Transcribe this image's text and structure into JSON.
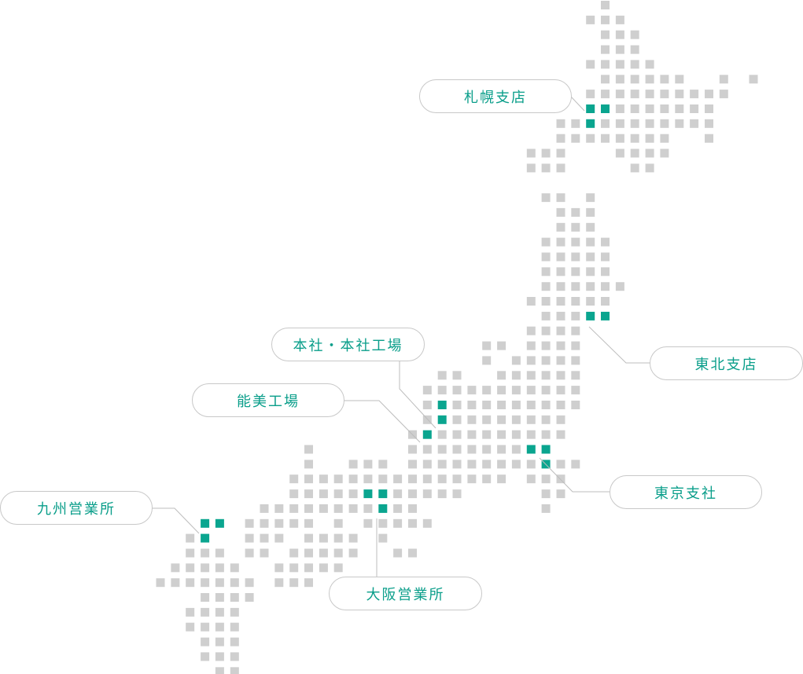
{
  "offices": [
    {
      "id": "sapporo",
      "label": "札幌支店"
    },
    {
      "id": "tohoku",
      "label": "東北支店"
    },
    {
      "id": "honsha",
      "label": "本社・本社工場"
    },
    {
      "id": "nomi",
      "label": "能美工場"
    },
    {
      "id": "tokyo",
      "label": "東京支社"
    },
    {
      "id": "kyushu",
      "label": "九州営業所"
    },
    {
      "id": "osaka",
      "label": "大阪営業所"
    }
  ],
  "colors": {
    "land": "#cfcfcf",
    "office": "#0aa58f",
    "label_text": "#0a9e8a",
    "line": "#bdbdbd"
  }
}
